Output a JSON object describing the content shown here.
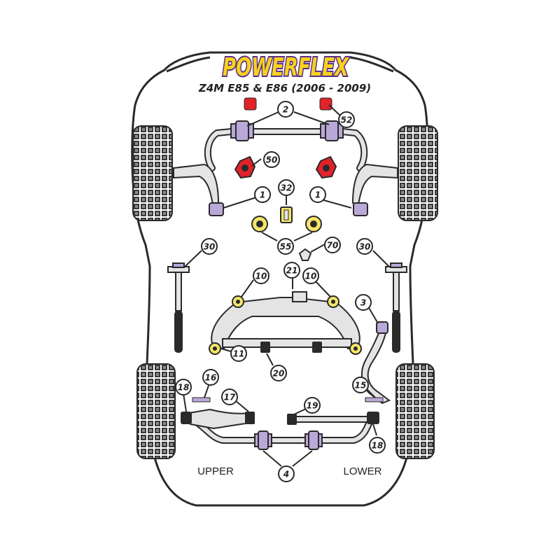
{
  "brand": {
    "name": "POWERFLEX",
    "model": "Z4M E85 & E86 (2006 - 2009)"
  },
  "colors": {
    "bushing_purple": "#b9a9d8",
    "bushing_yellow": "#f5e66a",
    "bushing_red": "#e0222a",
    "bushing_pink": "#f6b3bd",
    "metal_light": "#e4e4e4",
    "metal_dark": "#2a2a2a",
    "brand_yellow": "#f7d21b",
    "brand_outline": "#5a2f8c"
  },
  "callouts": [
    {
      "id": "c-2",
      "label": "2"
    },
    {
      "id": "c-52",
      "label": "52"
    },
    {
      "id": "c-50",
      "label": "50"
    },
    {
      "id": "c-1-left",
      "label": "1"
    },
    {
      "id": "c-32",
      "label": "32"
    },
    {
      "id": "c-1-right",
      "label": "1"
    },
    {
      "id": "c-55",
      "label": "55"
    },
    {
      "id": "c-70",
      "label": "70"
    },
    {
      "id": "c-30-left",
      "label": "30"
    },
    {
      "id": "c-30-right",
      "label": "30"
    },
    {
      "id": "c-10-left",
      "label": "10"
    },
    {
      "id": "c-21",
      "label": "21"
    },
    {
      "id": "c-10-right",
      "label": "10"
    },
    {
      "id": "c-3",
      "label": "3"
    },
    {
      "id": "c-11",
      "label": "11"
    },
    {
      "id": "c-20",
      "label": "20"
    },
    {
      "id": "c-18-left",
      "label": "18"
    },
    {
      "id": "c-16",
      "label": "16"
    },
    {
      "id": "c-17",
      "label": "17"
    },
    {
      "id": "c-19",
      "label": "19"
    },
    {
      "id": "c-15",
      "label": "15"
    },
    {
      "id": "c-18-right",
      "label": "18"
    },
    {
      "id": "c-4",
      "label": "4"
    }
  ],
  "labels": {
    "upper": "UPPER",
    "lower": "LOWER"
  }
}
